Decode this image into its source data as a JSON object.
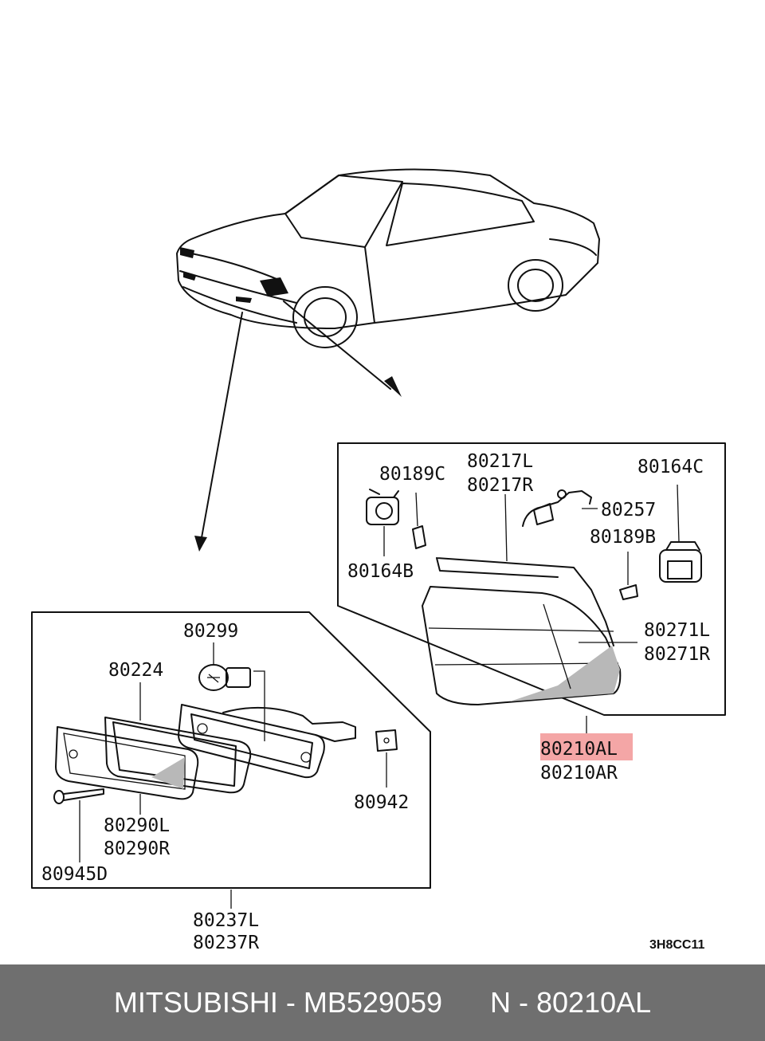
{
  "labels": {
    "l80189C": "80189C",
    "l80217L": "80217L",
    "l80217R": "80217R",
    "l80164C": "80164C",
    "l80257": "80257",
    "l80189B": "80189B",
    "l80164B": "80164B",
    "l80271L": "80271L",
    "l80271R": "80271R",
    "l80210AL": "80210AL",
    "l80210AR": "80210AR",
    "l80299": "80299",
    "l80224": "80224",
    "l80942": "80942",
    "l80290L": "80290L",
    "l80290R": "80290R",
    "l80945D": "80945D",
    "l80237L": "80237L",
    "l80237R": "80237R"
  },
  "diagram_code": "3H8CC11",
  "highlight_color": "#f4a6a6",
  "footer": {
    "brand": "MITSUBISHI",
    "separator": " - ",
    "part_number": "MB529059",
    "ref_prefix": "N - ",
    "ref_number": "80210AL"
  }
}
